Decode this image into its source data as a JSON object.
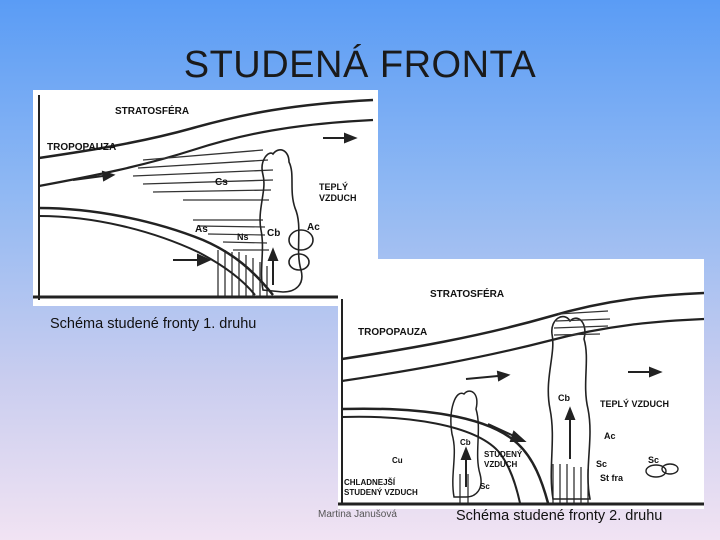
{
  "slide": {
    "title": "STUDENÁ FRONTA",
    "author": "Martina Janušová"
  },
  "figure1": {
    "caption": "Schéma studené fronty 1. druhu",
    "labels": {
      "stratosphere": "STRATOSFÉRA",
      "tropopause": "TROPOPAUZA",
      "warm_air_line1": "TEPLÝ",
      "warm_air_line2": "VZDUCH",
      "cs": "Cs",
      "as": "As",
      "ns": "Ns",
      "cb": "Cb",
      "ac": "Ac"
    }
  },
  "figure2": {
    "caption": "Schéma studené fronty 2. druhu",
    "labels": {
      "stratosphere": "STRATOSFÉRA",
      "tropopause": "TROPOPAUZA",
      "warm_air": "TEPLÝ VZDUCH",
      "cold_air_line1": "STUDENÝ",
      "cold_air_line2": "VZDUCH",
      "colder_air_line1": "CHLADNEJŠÍ",
      "colder_air_line2": "STUDENÝ VZDUCH",
      "cb_main": "Cb",
      "cb_small": "Cb",
      "cu": "Cu",
      "sc_left": "Sc",
      "ac": "Ac",
      "sc_mid": "Sc",
      "st_fra": "St fra",
      "sc_right": "Sc"
    }
  }
}
